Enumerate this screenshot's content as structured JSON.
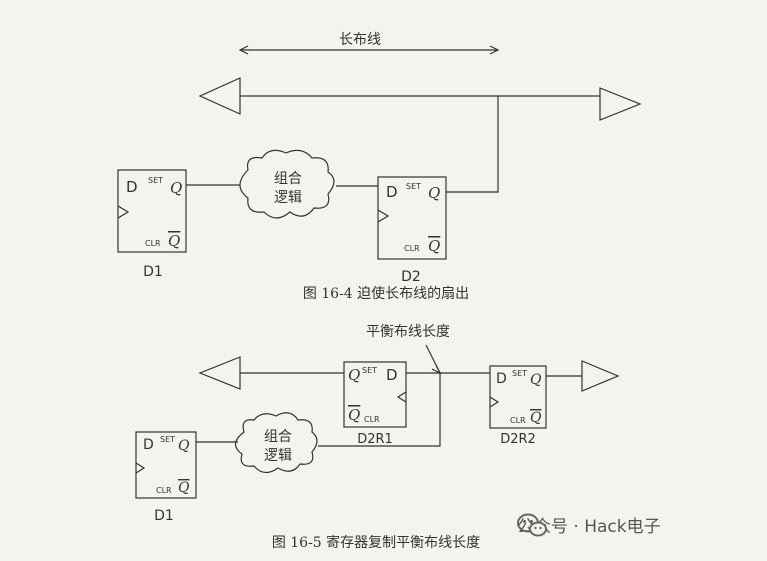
{
  "fig1": {
    "bus_label": "长布线",
    "ff1": {
      "d": "D",
      "set": "SET",
      "q": "Q",
      "clr": "CLR",
      "qbar": "Q",
      "name": "D1"
    },
    "logic": [
      "组合",
      "逻辑"
    ],
    "ff2": {
      "d": "D",
      "set": "SET",
      "q": "Q",
      "clr": "CLR",
      "qbar": "Q",
      "name": "D2"
    },
    "caption": "图 16-4    迫使长布线的扇出"
  },
  "fig2": {
    "balance_label": "平衡布线长度",
    "ff_d2r1": {
      "q": "Q",
      "set": "SET",
      "d": "D",
      "qbar": "Q",
      "clr": "CLR",
      "name": "D2R1"
    },
    "ff_d2r2": {
      "d": "D",
      "set": "SET",
      "q": "Q",
      "clr": "CLR",
      "qbar": "Q",
      "name": "D2R2"
    },
    "ff_d1": {
      "d": "D",
      "set": "SET",
      "q": "Q",
      "clr": "CLR",
      "qbar": "Q",
      "name": "D1"
    },
    "logic": [
      "组合",
      "逻辑"
    ],
    "caption": "图 16-5    寄存器复制平衡布线长度"
  },
  "watermark": {
    "text": "公众号 · Hack电子",
    "icon": "wechat-logo-icon"
  }
}
